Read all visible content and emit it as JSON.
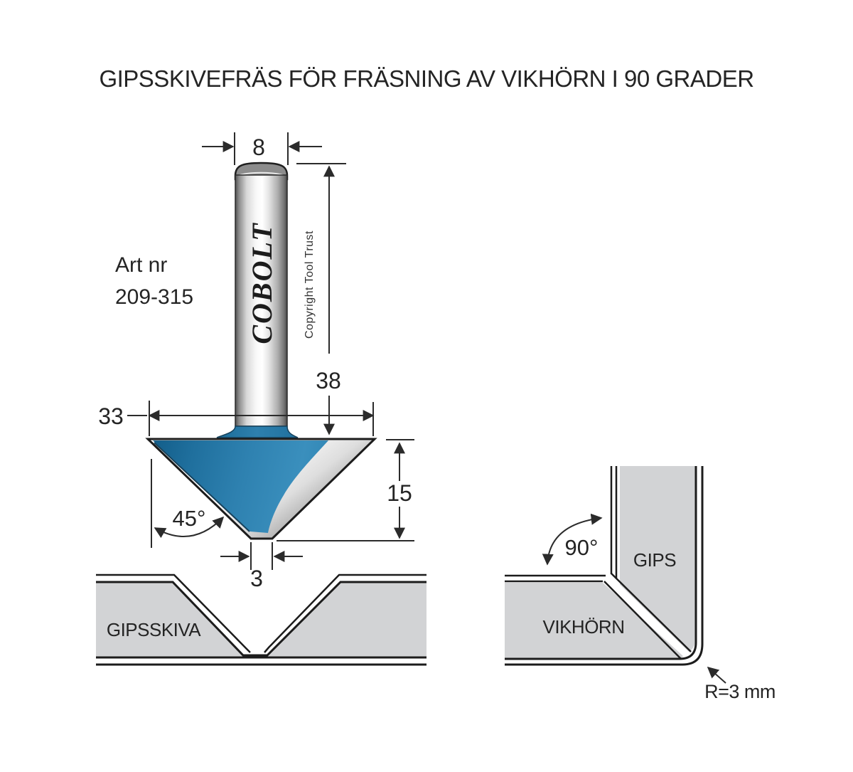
{
  "title": "GIPSSKIVEFRÄS FÖR FRÄSNING AV VIKHÖRN I 90 GRADER",
  "product": {
    "art_label": "Art nr",
    "art_number": "209-315",
    "brand": "COBOLT",
    "copyright_note": "Copyright Tool Trust"
  },
  "bit_dimensions": {
    "shank_diameter_mm": "8",
    "shank_length_mm": "38",
    "cutting_diameter_mm": "33",
    "cutting_height_mm": "15",
    "tip_width_mm": "3",
    "cutting_angle": "45°"
  },
  "board_section": {
    "label": "GIPSSKIVA"
  },
  "folded_corner": {
    "angle": "90°",
    "board_label": "GIPS",
    "corner_label": "VIKHÖRN",
    "radius_label": "R=3 mm"
  },
  "colors": {
    "cutter_blue": "#2e81b0",
    "cutter_blue_dark": "#145f8b",
    "steel_light": "#f8f8f8",
    "steel_dark": "#3a3a3a",
    "board_gray": "#d2d3d5",
    "outline": "#1c1c1c"
  }
}
